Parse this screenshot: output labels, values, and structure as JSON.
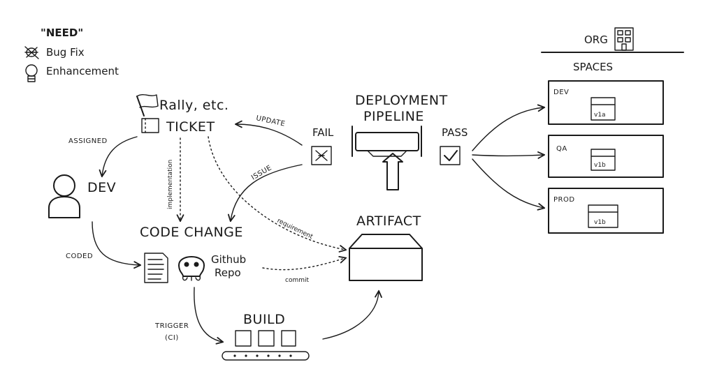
{
  "legend": {
    "title": "\"NEED\"",
    "items": [
      {
        "label": "Bug Fix",
        "icon": "bug-icon"
      },
      {
        "label": "Enhancement",
        "icon": "lightbulb-icon"
      }
    ]
  },
  "tracker": {
    "label": "Rally, etc.",
    "icon": "flag-icon"
  },
  "ticket": {
    "label": "TICKET",
    "icon": "ticket-icon"
  },
  "dev": {
    "label": "DEV",
    "icon": "person-icon"
  },
  "code_change": {
    "label": "CODE CHANGE"
  },
  "repo": {
    "line1": "Github",
    "line2": "Repo",
    "icon": "skull-icon"
  },
  "build": {
    "label": "BUILD"
  },
  "artifact": {
    "label": "ARTIFACT"
  },
  "pipeline": {
    "line1": "DEPLOYMENT",
    "line2": "PIPELINE",
    "fail": "FAIL",
    "pass": "PASS"
  },
  "org": {
    "label": "ORG",
    "spaces_label": "SPACES"
  },
  "spaces": [
    {
      "name": "DEV",
      "version": "v1a"
    },
    {
      "name": "QA",
      "version": "v1b"
    },
    {
      "name": "PROD",
      "version": "v1b"
    }
  ],
  "edge_labels": {
    "assigned": "ASSIGNED",
    "coded": "CODED",
    "implementation": "implementation",
    "update": "UPDATE",
    "issue": "ISSUE",
    "requirement": "requirement",
    "commit": "commit",
    "trigger_line1": "TRIGGER",
    "trigger_line2": "(CI)"
  }
}
